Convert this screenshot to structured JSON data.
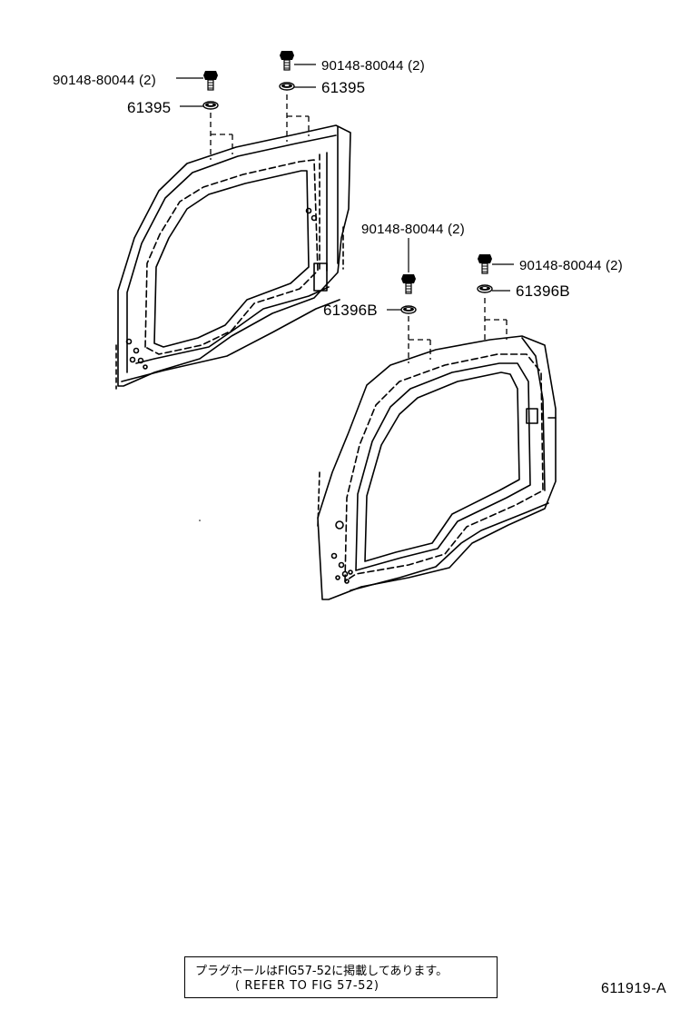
{
  "callouts": {
    "left_bolt": "90148-80044 (2)",
    "left_bolt_mid": "90148-80044 (2)",
    "left_washer": "61395",
    "left_washer_mid": "61395",
    "right_bolt": "90148-80044 (2)",
    "right_bolt_far": "90148-80044 (2)",
    "right_washer": "61396B",
    "right_washer_far": "61396B"
  },
  "note": {
    "line1": "プラグホールはFIG57-52に掲載してあります。",
    "line2": "( REFER TO FIG 57-52)"
  },
  "figure_id": "611919-A"
}
